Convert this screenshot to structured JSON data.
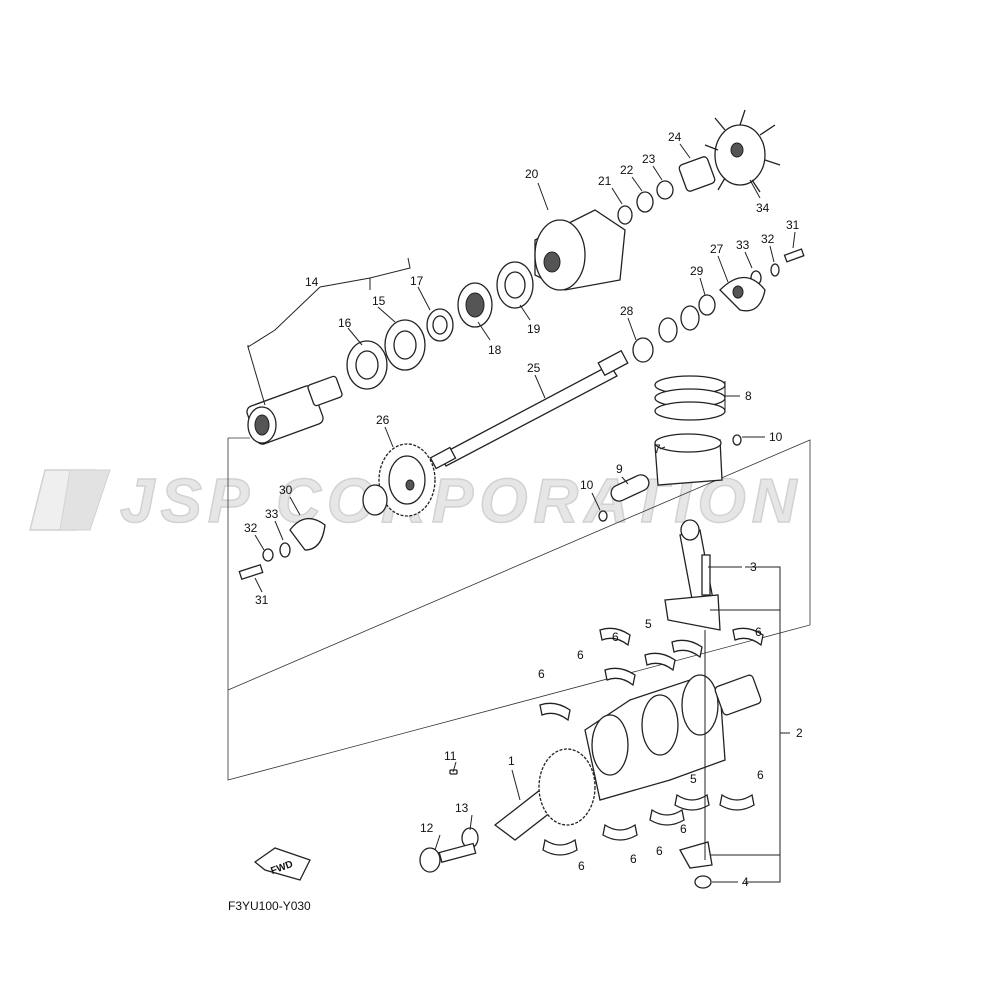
{
  "watermark": "JSP CORPORATION",
  "diagram_code": "F3YU100-Y030",
  "fwd_label": "FWD",
  "colors": {
    "line": "#222222",
    "watermark": "#e6e6e6",
    "background": "#ffffff"
  },
  "callouts": [
    "1",
    "2",
    "3",
    "4",
    "5",
    "6",
    "7",
    "8",
    "9",
    "10",
    "11",
    "12",
    "13",
    "14",
    "15",
    "16",
    "17",
    "18",
    "19",
    "20",
    "21",
    "22",
    "23",
    "24",
    "25",
    "26",
    "27",
    "28",
    "29",
    "30",
    "31",
    "32",
    "33",
    "34"
  ]
}
